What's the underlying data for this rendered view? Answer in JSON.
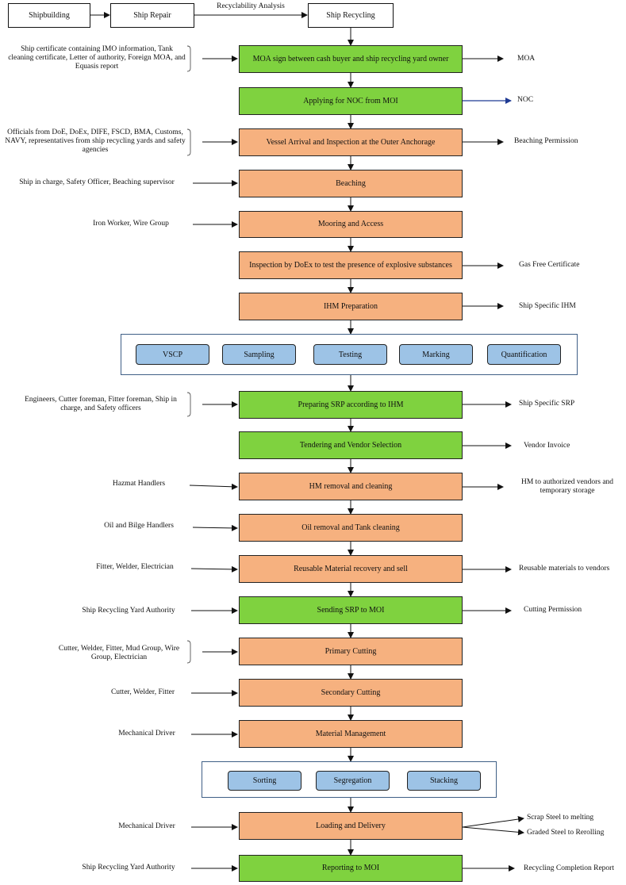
{
  "top": {
    "shipbuilding": "Shipbuilding",
    "ship_repair": "Ship Repair",
    "recyclability": "Recyclability Analysis",
    "ship_recycling": "Ship Recycling"
  },
  "steps": [
    {
      "id": "moa",
      "label": "MOA sign between cash buyer and ship recycling yard owner",
      "color": "green"
    },
    {
      "id": "noc",
      "label": "Applying for NOC from MOI",
      "color": "green"
    },
    {
      "id": "arrival",
      "label": "Vessel Arrival and Inspection at the Outer Anchorage",
      "color": "orange"
    },
    {
      "id": "beaching",
      "label": "Beaching",
      "color": "orange"
    },
    {
      "id": "mooring",
      "label": "Mooring and Access",
      "color": "orange"
    },
    {
      "id": "doex",
      "label": "Inspection by DoEx to test the presence of explosive substances",
      "color": "orange"
    },
    {
      "id": "ihm",
      "label": "IHM Preparation",
      "color": "orange"
    },
    {
      "id": "srp",
      "label": "Preparing SRP according to IHM",
      "color": "green"
    },
    {
      "id": "tender",
      "label": "Tendering and Vendor Selection",
      "color": "green"
    },
    {
      "id": "hm",
      "label": "HM removal and cleaning",
      "color": "orange"
    },
    {
      "id": "oil",
      "label": "Oil removal and Tank cleaning",
      "color": "orange"
    },
    {
      "id": "reusable",
      "label": "Reusable Material recovery and sell",
      "color": "orange"
    },
    {
      "id": "sendsrp",
      "label": "Sending SRP to MOI",
      "color": "green"
    },
    {
      "id": "primary",
      "label": "Primary Cutting",
      "color": "orange"
    },
    {
      "id": "secondary",
      "label": "Secondary Cutting",
      "color": "orange"
    },
    {
      "id": "material",
      "label": "Material Management",
      "color": "orange"
    },
    {
      "id": "loading",
      "label": "Loading and Delivery",
      "color": "orange"
    },
    {
      "id": "report",
      "label": "Reporting to MOI",
      "color": "green"
    }
  ],
  "ihm_group": [
    "VSCP",
    "Sampling",
    "Testing",
    "Marking",
    "Quantification"
  ],
  "material_group": [
    "Sorting",
    "Segregation",
    "Stacking"
  ],
  "inputs": {
    "moa": "Ship certificate containing IMO information, Tank cleaning certificate, Letter of authority, Foreign MOA, and Equasis report",
    "arrival": "Officials from DoE, DoEx, DIFE, FSCD, BMA, Customs, NAVY, representatives from ship recycling yards and safety agencies",
    "beaching": "Ship in charge, Safety Officer, Beaching supervisor",
    "mooring": "Iron Worker, Wire Group",
    "srp": "Engineers, Cutter foreman, Fitter foreman, Ship in charge, and Safety officers",
    "hm": "Hazmat Handlers",
    "oil": "Oil and Bilge Handlers",
    "reusable": "Fitter, Welder, Electrician",
    "sendsrp": "Ship Recycling Yard Authority",
    "primary": "Cutter, Welder, Fitter, Mud Group, Wire Group, Electrician",
    "secondary": "Cutter, Welder, Fitter",
    "material": "Mechanical Driver",
    "loading": "Mechanical Driver",
    "report": "Ship Recycling Yard Authority"
  },
  "outputs": {
    "moa": "MOA",
    "noc": "NOC",
    "arrival": "Beaching Permission",
    "doex": "Gas Free Certificate",
    "ihm": "Ship Specific IHM",
    "srp": "Ship Specific SRP",
    "tender": "Vendor Invoice",
    "hm": "HM to authorized vendors and temporary storage",
    "reusable": "Reusable materials to vendors",
    "sendsrp": "Cutting Permission",
    "loading_1": "Scrap Steel to melting",
    "loading_2": "Graded Steel to Rerolling",
    "report": "Recycling Completion Report"
  },
  "colors": {
    "green": "#7fd23f",
    "orange": "#f6b17f",
    "blue_pill": "#9dc3e6",
    "noc_arrow": "#1f3a93"
  }
}
